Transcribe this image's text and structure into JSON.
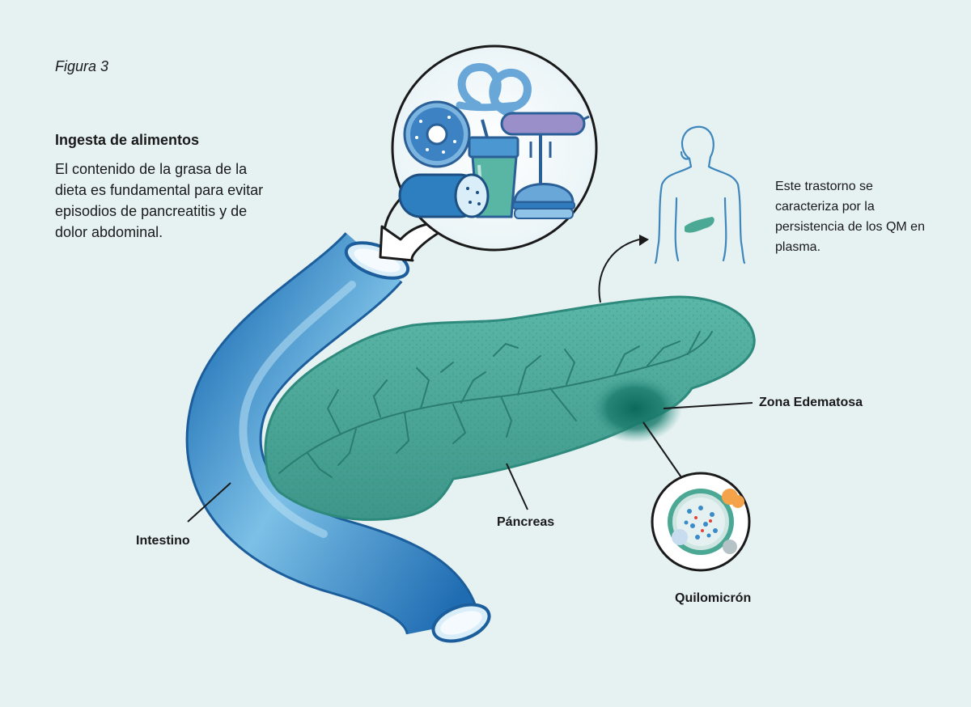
{
  "figure": {
    "label": "Figura 3"
  },
  "intro": {
    "title": "Ingesta de alimentos",
    "body": "El contenido de la grasa de la dieta es fundamental para evitar episodios de pancreatitis y de dolor abdominal."
  },
  "note": {
    "text": "Este trastorno se caracteriza por la persistencia de los QM en plasma."
  },
  "labels": {
    "intestino": "Intestino",
    "pancreas": "Páncreas",
    "zona_edematosa": "Zona Edematosa",
    "quilomicron": "Quilomicrón"
  },
  "colors": {
    "background": "#e6f1f2",
    "intestine": "#4a95cf",
    "pancreas": "#4ea99a",
    "edema": "#0f6e61",
    "food_accent": "#2e7fbf",
    "body_outline": "#3e87bd"
  },
  "icons": [
    "pretzel-icon",
    "donut-icon",
    "sausage-icon",
    "drink-cup-icon",
    "burger-icon",
    "sausage-roll-icon",
    "human-silhouette-icon",
    "chylomicron-icon"
  ]
}
